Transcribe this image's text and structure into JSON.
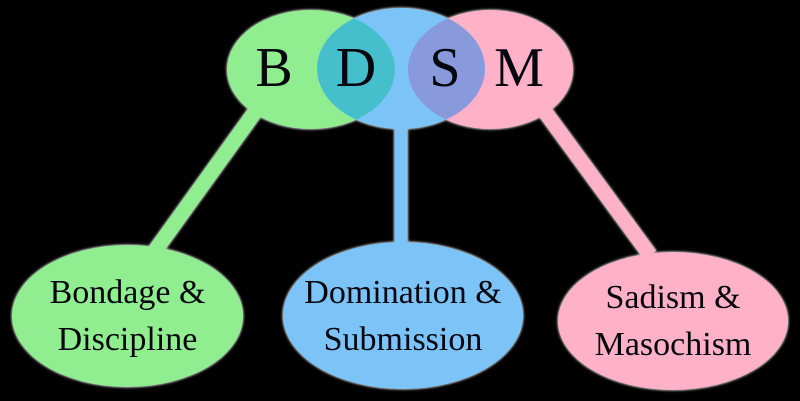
{
  "colors": {
    "bg": "#000000",
    "green": "#90EE90",
    "blue": "#7CC4F8",
    "pink": "#FFB1C8",
    "teal": "#45BFCC",
    "purple": "#8899DC",
    "text": "#06060E",
    "halo": "#AAAAAA"
  },
  "acronym": {
    "letters": [
      "B",
      "D",
      "S",
      "M"
    ]
  },
  "expansions": [
    {
      "line1": "Bondage &",
      "line2": "Discipline"
    },
    {
      "line1": "Domination &",
      "line2": "Submission"
    },
    {
      "line1": "Sadism &",
      "line2": "Masochism"
    }
  ]
}
